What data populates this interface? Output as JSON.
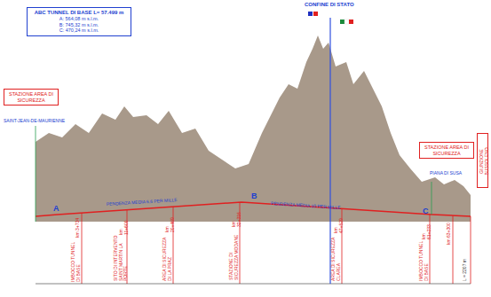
{
  "diagram": {
    "nodes": [
      {
        "text": [
          "ABC TUNNEL DI BASE L= 57.499 m",
          "A: 564,08 m s.l.m.",
          "B: 745,32 m s.l.m.",
          "C: 470,24 m s.l.m."
        ]
      },
      {
        "text": [
          "STAZIONE AREA DI SICUREZZA"
        ]
      },
      {
        "text": [
          "STAZIONE AREA DI SICUREZZA"
        ]
      },
      {
        "text": [
          "GIUNZIONE BUSSOLENO"
        ]
      }
    ],
    "labels": [
      "CONFINE DI STATO",
      "SAINT-JEAN-DE-MAURIENNE",
      "A",
      "PENDENZA MEDIA 6,6 PER MILLE",
      "B",
      "PENDENZA MEDIA 10 PER MILLE",
      "PIANA DI SUSA",
      "C",
      "IMBOCCO TUNNEL DI BASE",
      "km 3+734",
      "SITO DI INTERVENTO SAINT MARTIN LA PORTE",
      "km 11+600",
      "AREA DI SICUREZZA DI LA PRAZ",
      "km 20+469",
      "STAZIONE DI SICUREZZA MODANE",
      "km 32+316",
      "AREA DI SICUREZZA CLAREA",
      "km 47+529",
      "IMBOCCO TUNNEL DI BASE",
      "km 61+233",
      "km 63+300",
      "L = 2207 m"
    ]
  }
}
